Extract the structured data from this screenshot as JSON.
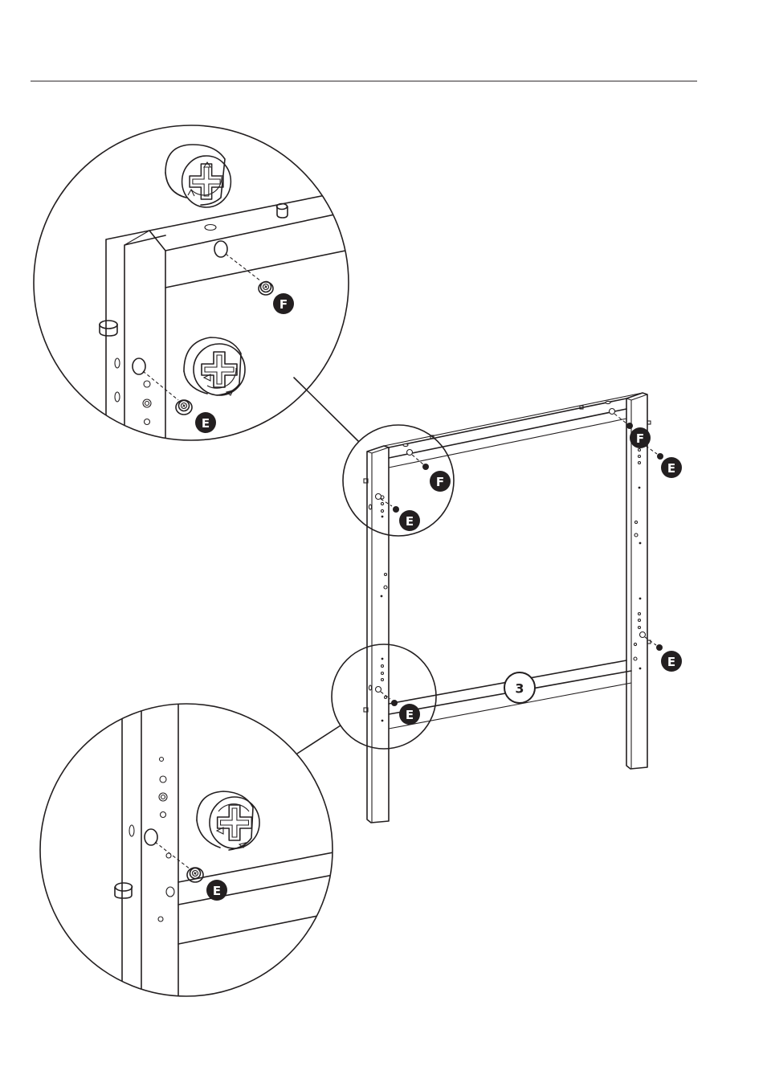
{
  "colors": {
    "ink": "#231f20",
    "paper": "#ffffff"
  },
  "parts": {
    "cam_lock": "E",
    "cam_bolt": "F"
  },
  "step_label": "3",
  "icons": [
    "cam-lock-icon",
    "cam-bolt-icon",
    "rotate-arrow-icon"
  ]
}
